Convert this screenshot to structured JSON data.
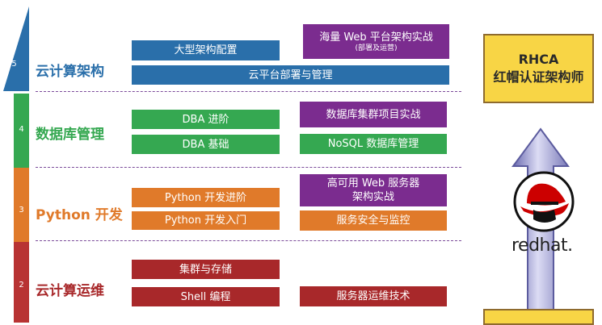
{
  "levels": [
    {
      "num": "5",
      "title": "云计算架构"
    },
    {
      "num": "4",
      "title": "数据库管理"
    },
    {
      "num": "3",
      "title": "Python 开发"
    },
    {
      "num": "2",
      "title": "云计算运维"
    }
  ],
  "boxes": {
    "l5_big_arch": "大型架构配置",
    "l5_cloud_deploy": "云平台部署与管理",
    "l5_web_arch": "海量 Web 平台架构实战",
    "l5_web_arch_sub": "(部署及运营)",
    "l4_dba_adv": "DBA 进阶",
    "l4_dba_basic": "DBA 基础",
    "l4_cluster_proj": "数据库集群项目实战",
    "l4_nosql": "NoSQL 数据库管理",
    "l3_py_adv": "Python 开发进阶",
    "l3_py_intro": "Python 开发入门",
    "l3_ha_web_1": "高可用 Web 服务器",
    "l3_ha_web_2": "架构实战",
    "l3_security": "服务安全与监控",
    "l2_cluster": "集群与存储",
    "l2_shell": "Shell 编程",
    "l2_server_ops": "服务器运维技术"
  },
  "cert": {
    "line1": "RHCA",
    "line2": "红帽认证架构师"
  },
  "logo": {
    "text": "redhat."
  },
  "colors": {
    "blue": "#2a6faa",
    "green": "#35a851",
    "orange": "#e07a2a",
    "red": "#a8282a",
    "purple": "#7b2c8f",
    "yellow": "#f8d545"
  }
}
